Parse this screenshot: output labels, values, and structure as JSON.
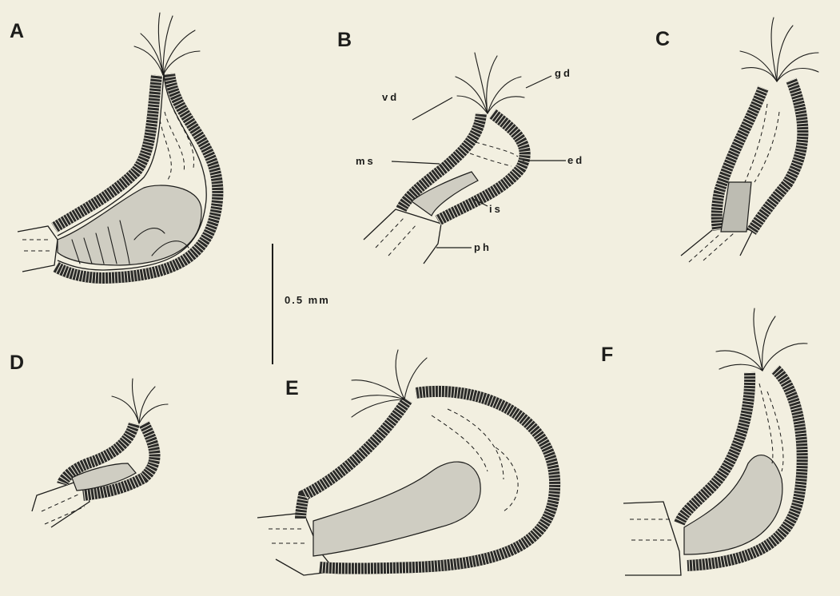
{
  "panels": [
    {
      "letter": "A"
    },
    {
      "letter": "B"
    },
    {
      "letter": "C"
    },
    {
      "letter": "D"
    },
    {
      "letter": "E"
    },
    {
      "letter": "F"
    }
  ],
  "labels": {
    "vd": "vd",
    "gd": "gd",
    "ms": "ms",
    "ed": "ed",
    "is": "is",
    "ph": "ph"
  },
  "scale_bar": {
    "text": "0.5 mm"
  }
}
